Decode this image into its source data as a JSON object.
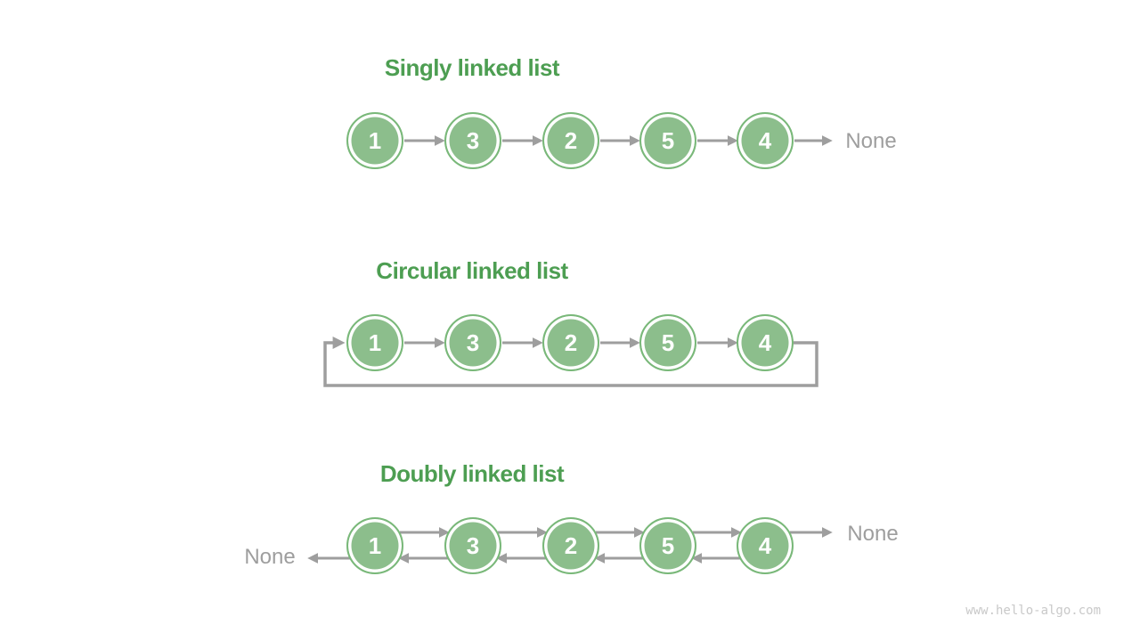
{
  "colors": {
    "node_fill": "#8CBE8C",
    "node_border": "#79B879",
    "title_green": "#4D9E52",
    "arrow_gray": "#9E9E9E",
    "label_gray": "#9E9E9E",
    "watermark_gray": "#C9C9C9"
  },
  "diagrams": [
    {
      "title": "Singly linked list",
      "nodes": [
        "1",
        "3",
        "2",
        "5",
        "4"
      ],
      "tail_label": "None"
    },
    {
      "title": "Circular linked list",
      "nodes": [
        "1",
        "3",
        "2",
        "5",
        "4"
      ]
    },
    {
      "title": "Doubly linked list",
      "nodes": [
        "1",
        "3",
        "2",
        "5",
        "4"
      ],
      "head_label": "None",
      "tail_label": "None"
    }
  ],
  "watermark": "www.hello-algo.com"
}
